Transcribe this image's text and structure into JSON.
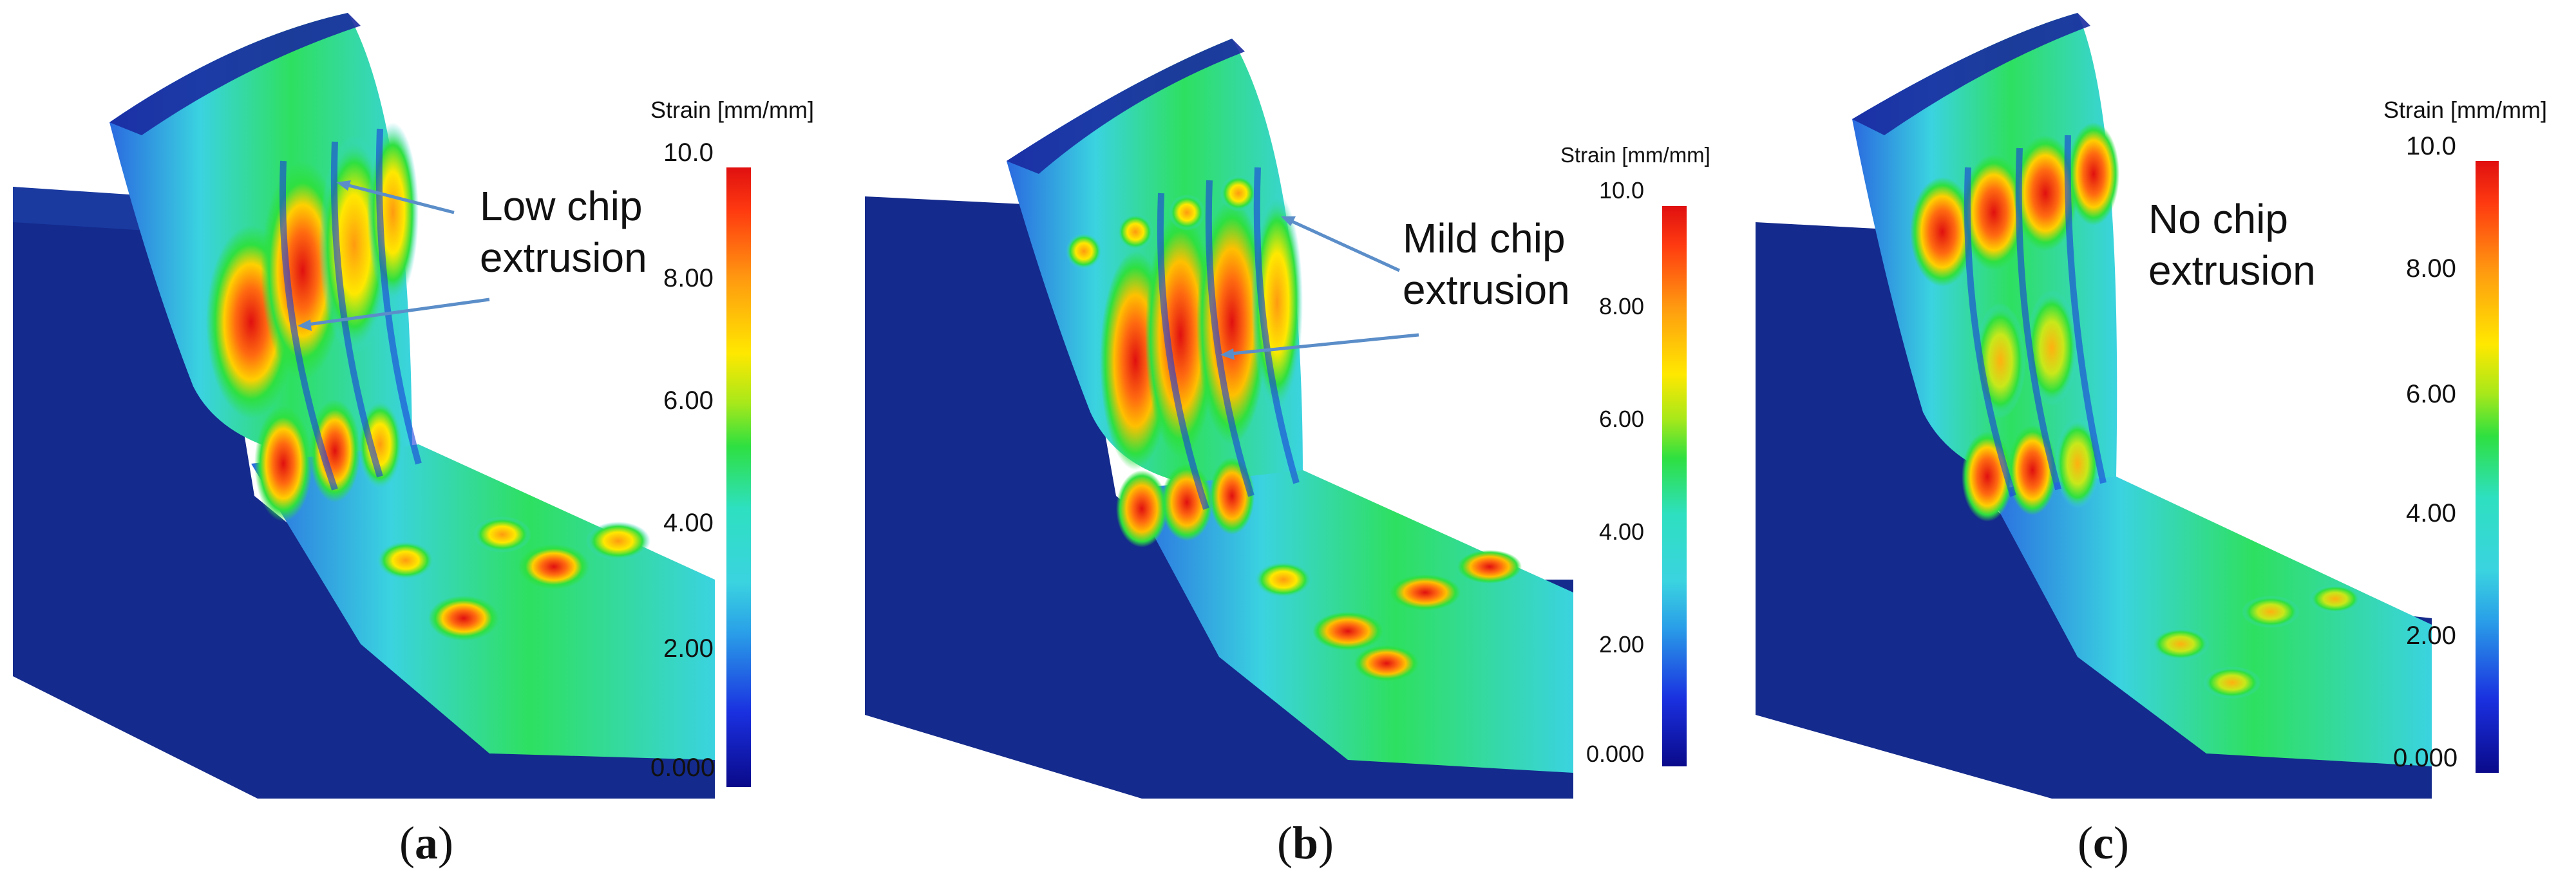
{
  "colors": {
    "background": "#1a2a8a",
    "scale": [
      "#1a1aa0",
      "#1a40d8",
      "#29c8e6",
      "#3ad3d8",
      "#2ee040",
      "#b8e81a",
      "#ffe800",
      "#ff9a10",
      "#ff3a10",
      "#e01010"
    ],
    "arrow": "#5b8ec9"
  },
  "colorbar": {
    "title": "Strain [mm/mm]",
    "ticks": [
      "10.0",
      "8.00",
      "6.00",
      "4.00",
      "2.00",
      "0.000"
    ]
  },
  "panels": [
    {
      "id": "a",
      "annotation_lines": [
        "Low chip",
        "extrusion"
      ],
      "caption_letter": "a"
    },
    {
      "id": "b",
      "annotation_lines": [
        "Mild chip",
        "extrusion"
      ],
      "caption_letter": "b"
    },
    {
      "id": "c",
      "annotation_lines": [
        "No chip",
        "extrusion"
      ],
      "caption_letter": "c"
    }
  ]
}
